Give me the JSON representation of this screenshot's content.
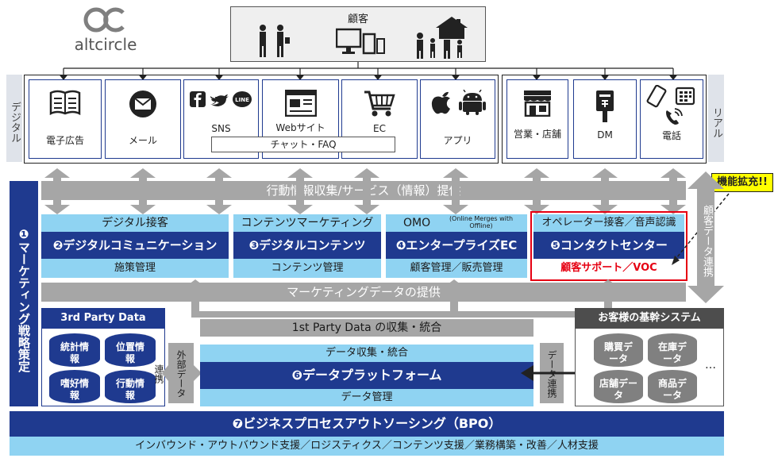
{
  "logo": {
    "text": "altcircle"
  },
  "customer": {
    "title": "顧客"
  },
  "side": {
    "digital": "デジタル",
    "real": "リアル"
  },
  "channels": [
    {
      "label": "電子広告",
      "icon": "newspaper-icon"
    },
    {
      "label": "メール",
      "icon": "mail-icon"
    },
    {
      "label": "SNS",
      "icon": "social-icon"
    },
    {
      "label": "Webサイト",
      "icon": "web-icon"
    },
    {
      "label": "EC",
      "icon": "cart-icon"
    },
    {
      "label": "アプリ",
      "icon": "app-icon"
    },
    {
      "label": "営業・店舗",
      "icon": "store-icon"
    },
    {
      "label": "DM",
      "icon": "mailbox-icon"
    },
    {
      "label": "電話",
      "icon": "phone-icon"
    }
  ],
  "chat_faq": "チャット・FAQ",
  "behavior_bar": "行動情報収集/サービス（情報）提供",
  "strategy": "❶マーケティング戦略策定",
  "modules": {
    "m2": {
      "top": "デジタル接客",
      "main": "❷デジタルコミュニケーション",
      "bottom": "施策管理"
    },
    "m3": {
      "top": "コンテンツマーケティング",
      "main": "❸デジタルコンテンツ",
      "bottom": "コンテンツ管理"
    },
    "m4": {
      "top": "OMO",
      "top_small": "(Online Merges with Offline)",
      "main": "❹エンタープライズEC",
      "bottom": "顧客管理／販売管理"
    },
    "m5": {
      "top": "オペレーター接客／音声認識",
      "main": "❺コンタクトセンター",
      "bottom": "顧客サポート／VOC"
    }
  },
  "callout": "機能拡充!!",
  "customer_data_link": "顧客データ連携",
  "marketing_bar": "マーケティングデータの提供",
  "third_party": {
    "title": "3rd Party Data",
    "items": [
      "統計情報",
      "位置情報",
      "嗜好情報",
      "行動情報"
    ]
  },
  "external_link": "外部データ連携",
  "first_party_bar": "1st Party Data の収集・統合",
  "platform": {
    "top": "データ収集・統合",
    "main": "❻データプラットフォーム",
    "bottom": "データ管理"
  },
  "data_link": "データ連携",
  "core_system": {
    "title": "お客様の基幹システム",
    "items": [
      "購買データ",
      "在庫データ",
      "店舗データ",
      "商品データ"
    ],
    "more": "…"
  },
  "bpo": {
    "title": "❼ビジネスプロセスアウトソーシング（BPO）",
    "sub": "インバウンド・アウトバウンド支援／ロジスティクス／コンテンツ支援／業務構築・改善／人材支援"
  }
}
